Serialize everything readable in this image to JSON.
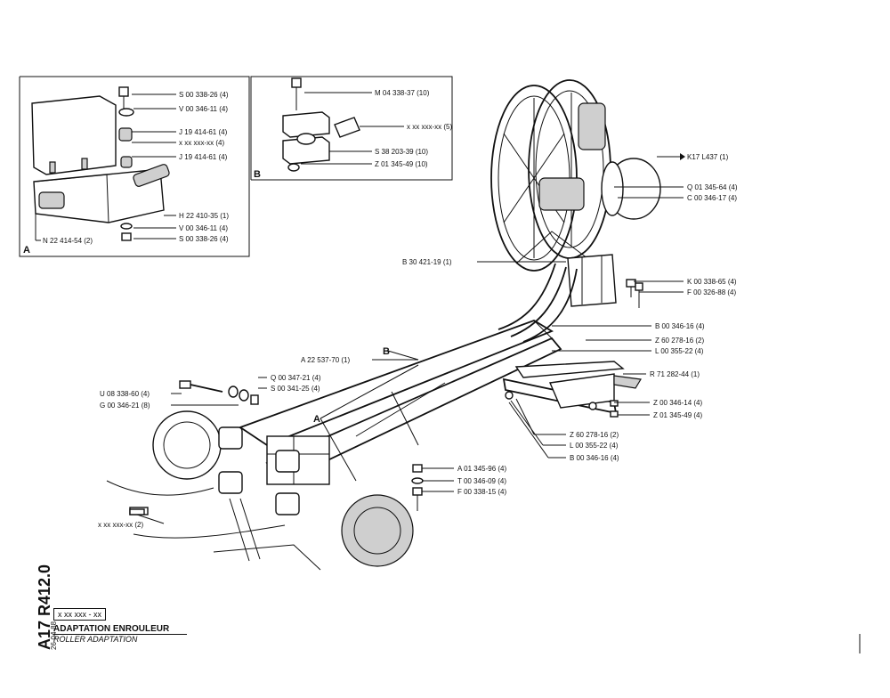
{
  "sheet": {
    "code_vertical": "A17 R412.0",
    "date": "26-04-88",
    "part_ref": "x xx xxx - xx",
    "title_fr": "ADAPTATION ENROULEUR",
    "title_en": "ROLLER ADAPTATION"
  },
  "inset_a": {
    "letter": "A",
    "labels": [
      "S 00 338-26 (4)",
      "V 00 346-11 (4)",
      "J 19 414-61 (4)",
      "x xx xxx-xx (4)",
      "J 19 414-61 (4)",
      "H 22 410-35 (1)",
      "V 00 346-11 (4)",
      "S 00 338-26 (4)",
      "N 22 414-54 (2)"
    ]
  },
  "inset_b": {
    "letter": "B",
    "labels": [
      "M 04 338-37 (10)",
      "x xx xxx-xx (5)",
      "S 38 203-39 (10)",
      "Z 01 345-49 (10)"
    ]
  },
  "main": {
    "labels": [
      "K17  L437 (1)",
      "Q 01 345-64 (4)",
      "C 00 346-17 (4)",
      "B 30 421-19 (1)",
      "K 00 338-65 (4)",
      "F 00 326-88 (4)",
      "B 00 346-16 (4)",
      "Z 60 278-16 (2)",
      "L 00 355-22 (4)",
      "A 22 537-70 (1)",
      "R 71 282-44 (1)",
      "Q 00 347-21 (4)",
      "S 00 341-25 (4)",
      "U 08 338-60 (4)",
      "G 00 346-21 (8)",
      "Z 00 346-14 (4)",
      "Z 01 345-49 (4)",
      "Z 60 278-16 (2)",
      "L 00 355-22 (4)",
      "B 00 346-16 (4)",
      "A 01 345-96 (4)",
      "T 00 346-09 (4)",
      "F 00 338-15 (4)",
      "x xx xxx-xx (2)"
    ],
    "callout_a": "A",
    "callout_b": "B"
  }
}
